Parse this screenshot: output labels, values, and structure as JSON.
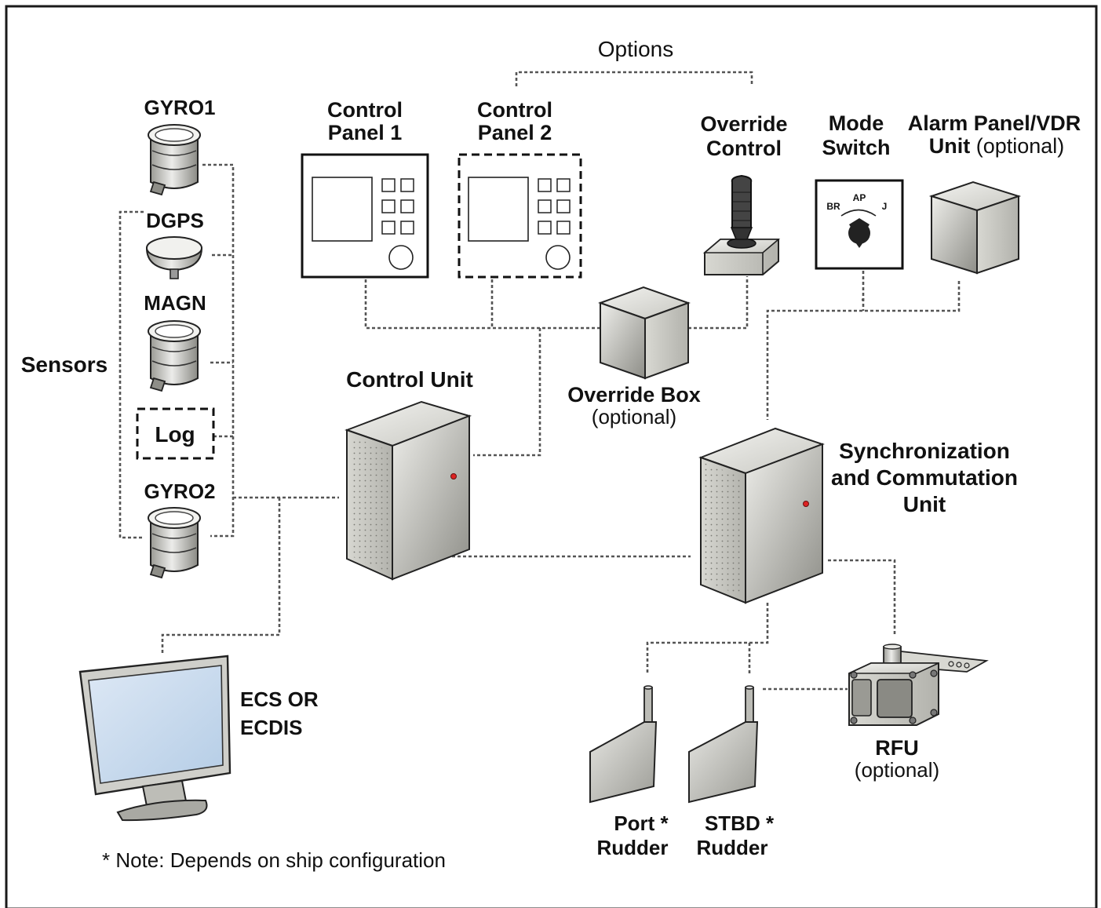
{
  "labels": {
    "options": "Options",
    "gyro1": "GYRO1",
    "dgps": "DGPS",
    "magn": "MAGN",
    "log": "Log",
    "gyro2": "GYRO2",
    "sensors": "Sensors",
    "control_panel_1": [
      "Control",
      "Panel 1"
    ],
    "control_panel_2": [
      "Control",
      "Panel 2"
    ],
    "override_control": [
      "Override",
      "Control"
    ],
    "mode_switch": [
      "Mode",
      "Switch"
    ],
    "alarm_panel": [
      "Alarm Panel/VDR",
      "Unit"
    ],
    "alarm_panel_optional": " (optional)",
    "mode_switch_positions": {
      "br": "BR",
      "ap": "AP",
      "j": "J"
    },
    "control_unit": "Control Unit",
    "override_box": "Override Box",
    "override_box_optional": "(optional)",
    "sync_unit": [
      "Synchronization",
      "and Commutation",
      "Unit"
    ],
    "ecs": [
      "ECS OR",
      "ECDIS"
    ],
    "port_rudder": [
      "Port *",
      "Rudder"
    ],
    "stbd_rudder": [
      "STBD *",
      "Rudder"
    ],
    "rfu": "RFU",
    "rfu_optional": "(optional)",
    "note": "* Note:  Depends on ship configuration"
  },
  "colors": {
    "frame": "#1a1a1a",
    "wire": "#555555",
    "metal_light": "#e4e4e0",
    "metal_dark": "#9a9a94",
    "screen": "#c7d9ee"
  }
}
